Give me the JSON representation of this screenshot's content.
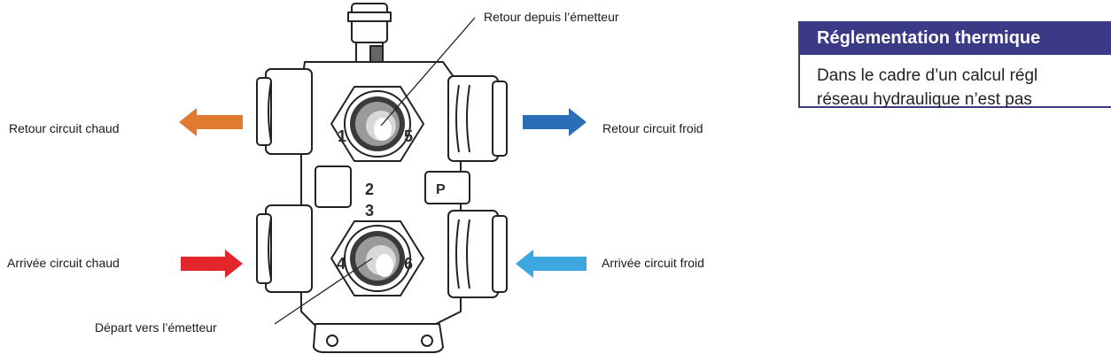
{
  "diagram": {
    "labels": {
      "return_from_emitter": "Retour depuis l’émetteur",
      "return_hot": "Retour circuit chaud",
      "return_cold": "Retour circuit froid",
      "inlet_hot": "Arrivée circuit chaud",
      "inlet_cold": "Arrivée circuit froid",
      "departure_to_emitter": "Départ vers l’émetteur"
    },
    "port_numbers": [
      "1",
      "2",
      "3",
      "4",
      "5",
      "6"
    ],
    "body_marking": "P",
    "arrow_colors": {
      "return_hot": "#e07a2e",
      "inlet_hot": "#e2262b",
      "return_cold": "#2a6fb5",
      "inlet_cold": "#3ea7e0"
    }
  },
  "note": {
    "title": "Réglementation thermique",
    "line1": "Dans le cadre d’un calcul régl",
    "line2": "réseau hydraulique n’est pas",
    "accent": "#3a3a86"
  }
}
